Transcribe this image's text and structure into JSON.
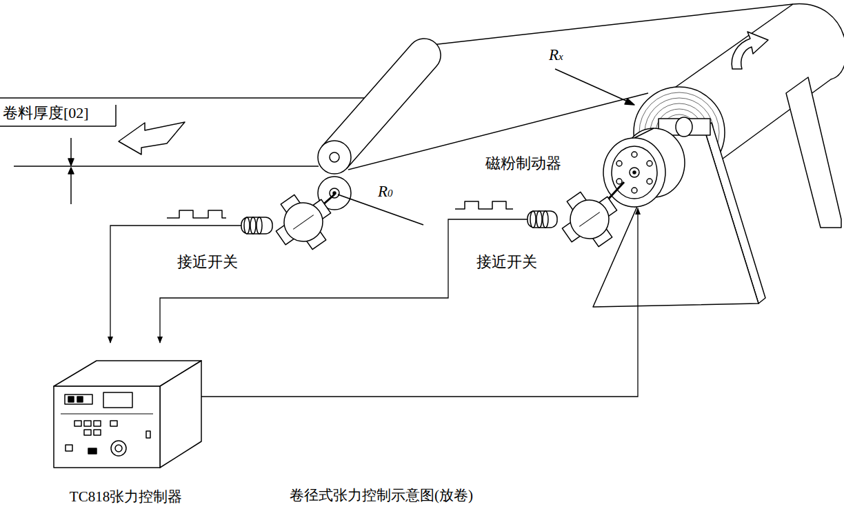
{
  "diagram": {
    "caption": "卷径式张力控制示意图(放卷)",
    "nodes": [
      {
        "text": [
          "磁粉制动器"
        ]
      },
      {
        "text": [
          "接近开关"
        ]
      },
      {
        "text": [
          "接近开关"
        ]
      },
      {
        "text": [
          "TC818张力控制器"
        ]
      }
    ],
    "edges": [
      {
        "from": 1,
        "to": 3,
        "arrow": "to"
      },
      {
        "from": 2,
        "to": 3,
        "arrow": "to"
      },
      {
        "from": 3,
        "to": 0,
        "arrow": "to"
      }
    ],
    "labels": [
      "卷料厚度[02]",
      "Rx",
      "R0"
    ]
  }
}
